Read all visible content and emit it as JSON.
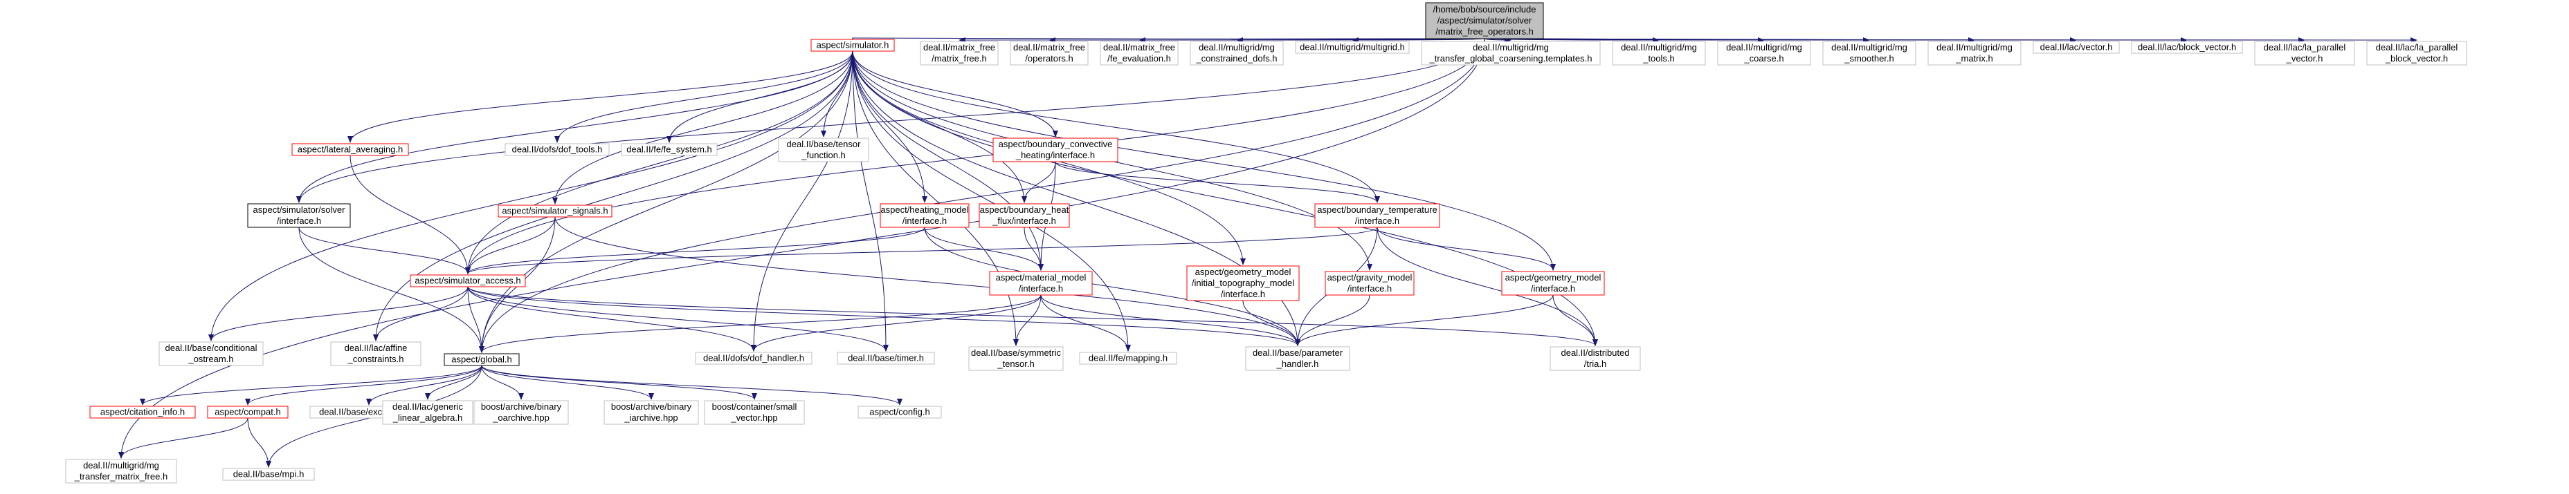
{
  "edge_color": "#191970",
  "nodes": [
    {
      "id": "root",
      "lines": [
        "/home/bob/source/include",
        "/aspect/simulator/solver",
        "/matrix_free_operators.h"
      ],
      "style": "root"
    },
    {
      "id": "simulator_h",
      "lines": [
        "aspect/simulator.h"
      ],
      "style": "red"
    },
    {
      "id": "dealii_matrix_free",
      "lines": [
        "deal.II/matrix_free",
        "/matrix_free.h"
      ],
      "style": "gray"
    },
    {
      "id": "dealii_mf_operators",
      "lines": [
        "deal.II/matrix_free",
        "/operators.h"
      ],
      "style": "gray"
    },
    {
      "id": "dealii_mf_fe_eval",
      "lines": [
        "deal.II/matrix_free",
        "/fe_evaluation.h"
      ],
      "style": "gray"
    },
    {
      "id": "mg_constrained",
      "lines": [
        "deal.II/multigrid/mg",
        "_constrained_dofs.h"
      ],
      "style": "gray"
    },
    {
      "id": "mg_multigrid",
      "lines": [
        "deal.II/multigrid/multigrid.h"
      ],
      "style": "gray"
    },
    {
      "id": "mg_transfer_global",
      "lines": [
        "deal.II/multigrid/mg",
        "_transfer_global_coarsening.templates.h"
      ],
      "style": "gray"
    },
    {
      "id": "mg_tools",
      "lines": [
        "deal.II/multigrid/mg",
        "_tools.h"
      ],
      "style": "gray"
    },
    {
      "id": "mg_coarse",
      "lines": [
        "deal.II/multigrid/mg",
        "_coarse.h"
      ],
      "style": "gray"
    },
    {
      "id": "mg_smoother",
      "lines": [
        "deal.II/multigrid/mg",
        "_smoother.h"
      ],
      "style": "gray"
    },
    {
      "id": "mg_matrix",
      "lines": [
        "deal.II/multigrid/mg",
        "_matrix.h"
      ],
      "style": "gray"
    },
    {
      "id": "lac_vector",
      "lines": [
        "deal.II/lac/vector.h"
      ],
      "style": "gray"
    },
    {
      "id": "lac_block_vector",
      "lines": [
        "deal.II/lac/block_vector.h"
      ],
      "style": "gray"
    },
    {
      "id": "lac_la_parallel_vector",
      "lines": [
        "deal.II/lac/la_parallel",
        "_vector.h"
      ],
      "style": "gray"
    },
    {
      "id": "lac_la_parallel_block_vector",
      "lines": [
        "deal.II/lac/la_parallel",
        "_block_vector.h"
      ],
      "style": "gray"
    },
    {
      "id": "lateral_averaging",
      "lines": [
        "aspect/lateral_averaging.h"
      ],
      "style": "red"
    },
    {
      "id": "dofs_tools",
      "lines": [
        "deal.II/dofs/dof_tools.h"
      ],
      "style": "gray"
    },
    {
      "id": "fe_system",
      "lines": [
        "deal.II/fe/fe_system.h"
      ],
      "style": "gray"
    },
    {
      "id": "tensor_function",
      "lines": [
        "deal.II/base/tensor",
        "_function.h"
      ],
      "style": "gray"
    },
    {
      "id": "boundary_conv",
      "lines": [
        "aspect/boundary_convective",
        "_heating/interface.h"
      ],
      "style": "red"
    },
    {
      "id": "solver_interface",
      "lines": [
        "aspect/simulator/solver",
        "/interface.h"
      ],
      "style": "black"
    },
    {
      "id": "simulator_signals",
      "lines": [
        "aspect/simulator_signals.h"
      ],
      "style": "red"
    },
    {
      "id": "heating_model",
      "lines": [
        "aspect/heating_model",
        "/interface.h"
      ],
      "style": "red"
    },
    {
      "id": "boundary_heat_flux",
      "lines": [
        "aspect/boundary_heat",
        "_flux/interface.h"
      ],
      "style": "red"
    },
    {
      "id": "boundary_temperature",
      "lines": [
        "aspect/boundary_temperature",
        "/interface.h"
      ],
      "style": "red"
    },
    {
      "id": "simulator_access",
      "lines": [
        "aspect/simulator_access.h"
      ],
      "style": "red"
    },
    {
      "id": "material_model",
      "lines": [
        "aspect/material_model",
        "/interface.h"
      ],
      "style": "red"
    },
    {
      "id": "initial_topo",
      "lines": [
        "aspect/geometry_model",
        "/initial_topography_model",
        "/interface.h"
      ],
      "style": "red"
    },
    {
      "id": "gravity_model",
      "lines": [
        "aspect/gravity_model",
        "/interface.h"
      ],
      "style": "red"
    },
    {
      "id": "geometry_model",
      "lines": [
        "aspect/geometry_model",
        "/interface.h"
      ],
      "style": "red"
    },
    {
      "id": "conditional_ostream",
      "lines": [
        "deal.II/base/conditional",
        "_ostream.h"
      ],
      "style": "gray"
    },
    {
      "id": "affine_constraints",
      "lines": [
        "deal.II/lac/affine",
        "_constraints.h"
      ],
      "style": "gray"
    },
    {
      "id": "global_h",
      "lines": [
        "aspect/global.h"
      ],
      "style": "black"
    },
    {
      "id": "dof_handler",
      "lines": [
        "deal.II/dofs/dof_handler.h"
      ],
      "style": "gray"
    },
    {
      "id": "timer",
      "lines": [
        "deal.II/base/timer.h"
      ],
      "style": "gray"
    },
    {
      "id": "symmetric_tensor",
      "lines": [
        "deal.II/base/symmetric",
        "_tensor.h"
      ],
      "style": "gray"
    },
    {
      "id": "fe_mapping",
      "lines": [
        "deal.II/fe/mapping.h"
      ],
      "style": "gray"
    },
    {
      "id": "parameter_handler",
      "lines": [
        "deal.II/base/parameter",
        "_handler.h"
      ],
      "style": "gray"
    },
    {
      "id": "distributed_tria",
      "lines": [
        "deal.II/distributed",
        "/tria.h"
      ],
      "style": "gray"
    },
    {
      "id": "citation_info",
      "lines": [
        "aspect/citation_info.h"
      ],
      "style": "red"
    },
    {
      "id": "compat_h",
      "lines": [
        "aspect/compat.h"
      ],
      "style": "red"
    },
    {
      "id": "exceptions",
      "lines": [
        "deal.II/base/exceptions.h"
      ],
      "style": "gray"
    },
    {
      "id": "generic_linear",
      "lines": [
        "deal.II/lac/generic",
        "_linear_algebra.h"
      ],
      "style": "gray"
    },
    {
      "id": "binary_oarchive",
      "lines": [
        "boost/archive/binary",
        "_oarchive.hpp"
      ],
      "style": "gray"
    },
    {
      "id": "binary_iarchive",
      "lines": [
        "boost/archive/binary",
        "_iarchive.hpp"
      ],
      "style": "gray"
    },
    {
      "id": "small_vector",
      "lines": [
        "boost/container/small",
        "_vector.hpp"
      ],
      "style": "gray"
    },
    {
      "id": "config_h",
      "lines": [
        "aspect/config.h"
      ],
      "style": "gray"
    },
    {
      "id": "mg_transfer_matrix_free",
      "lines": [
        "deal.II/multigrid/mg",
        "_transfer_matrix_free.h"
      ],
      "style": "gray"
    },
    {
      "id": "mpi_h",
      "lines": [
        "deal.II/base/mpi.h"
      ],
      "style": "gray"
    }
  ],
  "edges": [
    [
      "root",
      "simulator_h"
    ],
    [
      "root",
      "dealii_matrix_free"
    ],
    [
      "root",
      "dealii_mf_operators"
    ],
    [
      "root",
      "dealii_mf_fe_eval"
    ],
    [
      "root",
      "mg_constrained"
    ],
    [
      "root",
      "mg_multigrid"
    ],
    [
      "root",
      "mg_transfer_global"
    ],
    [
      "root",
      "mg_tools"
    ],
    [
      "root",
      "mg_coarse"
    ],
    [
      "root",
      "mg_smoother"
    ],
    [
      "root",
      "mg_matrix"
    ],
    [
      "root",
      "lac_vector"
    ],
    [
      "root",
      "lac_block_vector"
    ],
    [
      "root",
      "lac_la_parallel_vector"
    ],
    [
      "root",
      "lac_la_parallel_block_vector"
    ],
    [
      "root",
      "solver_interface"
    ],
    [
      "root",
      "simulator_access"
    ],
    [
      "root",
      "global_h"
    ],
    [
      "root",
      "mg_transfer_matrix_free"
    ],
    [
      "simulator_h",
      "lateral_averaging"
    ],
    [
      "simulator_h",
      "dofs_tools"
    ],
    [
      "simulator_h",
      "fe_system"
    ],
    [
      "simulator_h",
      "tensor_function"
    ],
    [
      "simulator_h",
      "boundary_conv"
    ],
    [
      "simulator_h",
      "solver_interface"
    ],
    [
      "simulator_h",
      "simulator_signals"
    ],
    [
      "simulator_h",
      "heating_model"
    ],
    [
      "simulator_h",
      "boundary_heat_flux"
    ],
    [
      "simulator_h",
      "boundary_temperature"
    ],
    [
      "simulator_h",
      "material_model"
    ],
    [
      "simulator_h",
      "initial_topo"
    ],
    [
      "simulator_h",
      "gravity_model"
    ],
    [
      "simulator_h",
      "geometry_model"
    ],
    [
      "simulator_h",
      "simulator_access"
    ],
    [
      "simulator_h",
      "global_h"
    ],
    [
      "simulator_h",
      "conditional_ostream"
    ],
    [
      "simulator_h",
      "affine_constraints"
    ],
    [
      "simulator_h",
      "dof_handler"
    ],
    [
      "simulator_h",
      "timer"
    ],
    [
      "simulator_h",
      "symmetric_tensor"
    ],
    [
      "simulator_h",
      "fe_mapping"
    ],
    [
      "simulator_h",
      "parameter_handler"
    ],
    [
      "simulator_h",
      "distributed_tria"
    ],
    [
      "lateral_averaging",
      "simulator_access"
    ],
    [
      "boundary_conv",
      "boundary_heat_flux"
    ],
    [
      "boundary_conv",
      "material_model"
    ],
    [
      "boundary_conv",
      "boundary_temperature"
    ],
    [
      "solver_interface",
      "simulator_access"
    ],
    [
      "solver_interface",
      "global_h"
    ],
    [
      "simulator_signals",
      "simulator_access"
    ],
    [
      "simulator_signals",
      "global_h"
    ],
    [
      "simulator_signals",
      "parameter_handler"
    ],
    [
      "heating_model",
      "simulator_access"
    ],
    [
      "heating_model",
      "material_model"
    ],
    [
      "heating_model",
      "parameter_handler"
    ],
    [
      "boundary_heat_flux",
      "material_model"
    ],
    [
      "boundary_temperature",
      "simulator_access"
    ],
    [
      "boundary_temperature",
      "geometry_model"
    ],
    [
      "boundary_temperature",
      "parameter_handler"
    ],
    [
      "boundary_temperature",
      "distributed_tria"
    ],
    [
      "simulator_access",
      "conditional_ostream"
    ],
    [
      "simulator_access",
      "affine_constraints"
    ],
    [
      "simulator_access",
      "global_h"
    ],
    [
      "simulator_access",
      "dof_handler"
    ],
    [
      "simulator_access",
      "timer"
    ],
    [
      "simulator_access",
      "parameter_handler"
    ],
    [
      "simulator_access",
      "distributed_tria"
    ],
    [
      "material_model",
      "global_h"
    ],
    [
      "material_model",
      "dof_handler"
    ],
    [
      "material_model",
      "symmetric_tensor"
    ],
    [
      "material_model",
      "fe_mapping"
    ],
    [
      "material_model",
      "parameter_handler"
    ],
    [
      "initial_topo",
      "parameter_handler"
    ],
    [
      "gravity_model",
      "parameter_handler"
    ],
    [
      "geometry_model",
      "parameter_handler"
    ],
    [
      "geometry_model",
      "distributed_tria"
    ],
    [
      "global_h",
      "citation_info"
    ],
    [
      "global_h",
      "compat_h"
    ],
    [
      "global_h",
      "exceptions"
    ],
    [
      "global_h",
      "generic_linear"
    ],
    [
      "global_h",
      "binary_oarchive"
    ],
    [
      "global_h",
      "binary_iarchive"
    ],
    [
      "global_h",
      "small_vector"
    ],
    [
      "global_h",
      "config_h"
    ],
    [
      "global_h",
      "mpi_h"
    ],
    [
      "compat_h",
      "mg_transfer_matrix_free"
    ],
    [
      "compat_h",
      "mpi_h"
    ]
  ]
}
